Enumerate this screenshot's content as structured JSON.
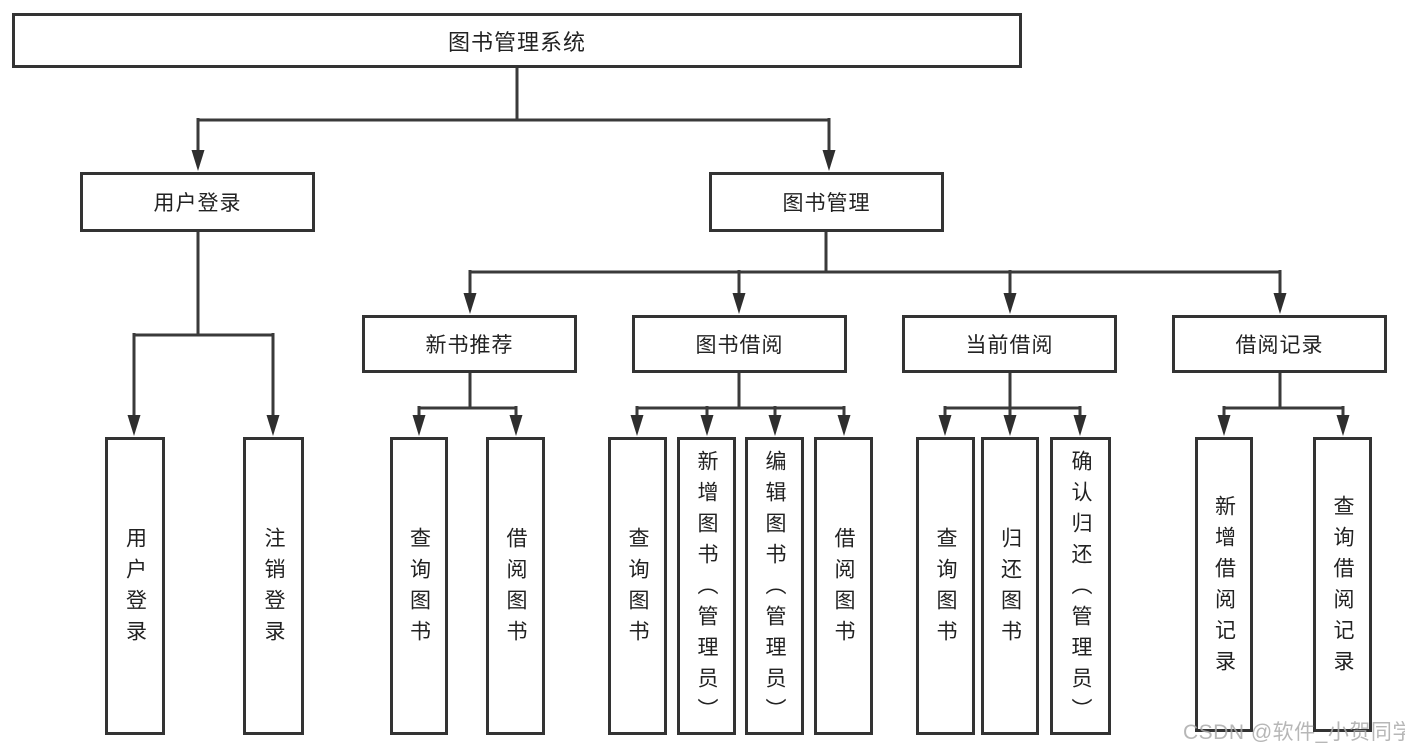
{
  "diagram": {
    "watermark": "CSDN @软件_小贺同学",
    "colors": {
      "line": "#3a3a3a",
      "box_border": "#333333",
      "text": "#222222",
      "watermark": "#ababab",
      "background": "#ffffff"
    },
    "tree": {
      "label": "图书管理系统",
      "children": [
        {
          "label": "用户登录",
          "children": [
            {
              "label": "用户登录"
            },
            {
              "label": "注销登录"
            }
          ]
        },
        {
          "label": "图书管理",
          "children": [
            {
              "label": "新书推荐",
              "children": [
                {
                  "label": "查询图书"
                },
                {
                  "label": "借阅图书"
                }
              ]
            },
            {
              "label": "图书借阅",
              "children": [
                {
                  "label": "查询图书"
                },
                {
                  "label": "新增图书（管理员）"
                },
                {
                  "label": "编辑图书（管理员）"
                },
                {
                  "label": "借阅图书"
                }
              ]
            },
            {
              "label": "当前借阅",
              "children": [
                {
                  "label": "查询图书"
                },
                {
                  "label": "归还图书"
                },
                {
                  "label": "确认归还（管理员）"
                }
              ]
            },
            {
              "label": "借阅记录",
              "children": [
                {
                  "label": "新增借阅记录"
                },
                {
                  "label": "查询借阅记录"
                }
              ]
            }
          ]
        }
      ]
    }
  }
}
